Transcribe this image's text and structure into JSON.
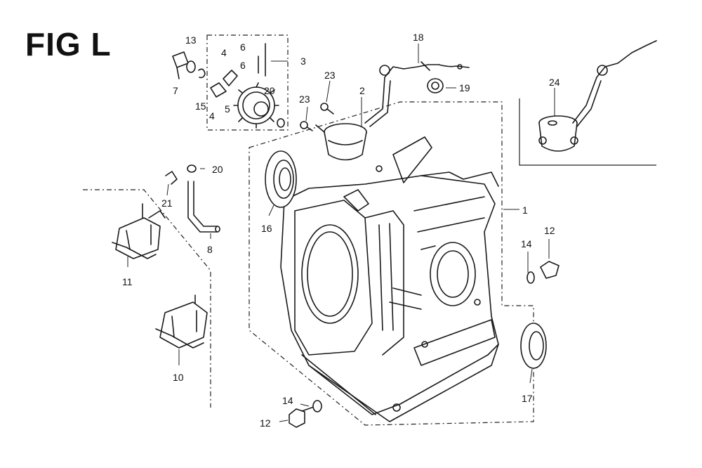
{
  "figure": {
    "title": "FIG L"
  },
  "callouts": {
    "c1": "1",
    "c2": "2",
    "c3": "3",
    "c4a": "4",
    "c4b": "4",
    "c5": "5",
    "c6a": "6",
    "c6b": "6",
    "c7": "7",
    "c8": "8",
    "c10": "10",
    "c11": "11",
    "c12a": "12",
    "c12b": "12",
    "c13": "13",
    "c14a": "14",
    "c14b": "14",
    "c15": "15",
    "c16": "16",
    "c17": "17",
    "c18": "18",
    "c19": "19",
    "c20a": "20",
    "c20b": "20",
    "c21": "21",
    "c23a": "23",
    "c23b": "23",
    "c24": "24"
  }
}
